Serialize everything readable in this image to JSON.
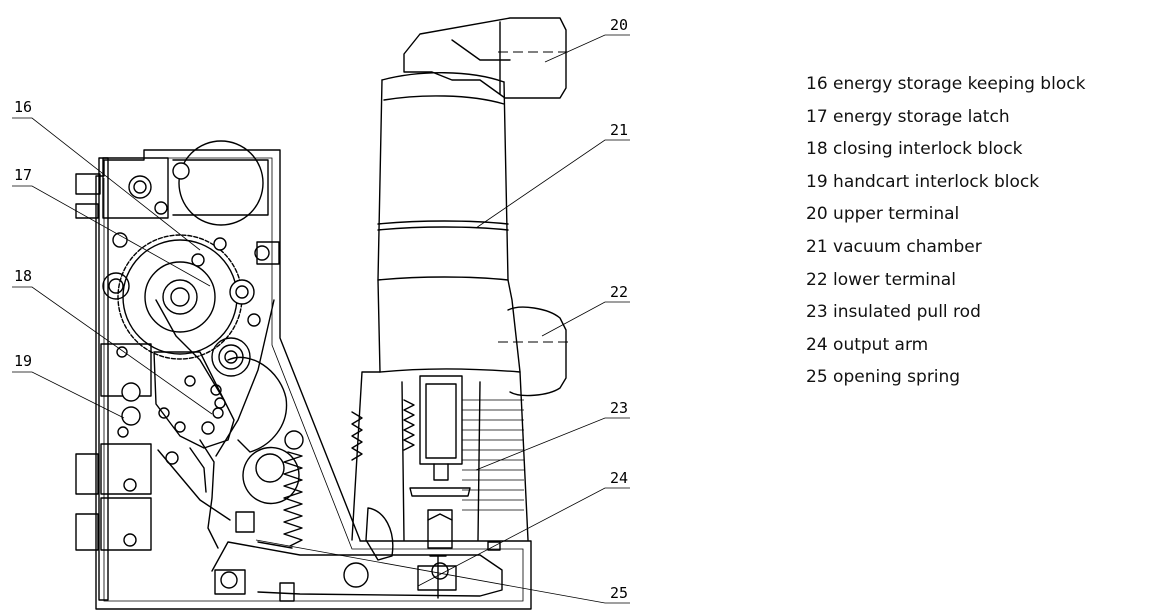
{
  "callouts": [
    "16",
    "17",
    "18",
    "19",
    "20",
    "21",
    "22",
    "23",
    "24",
    "25"
  ],
  "legend": [
    {
      "num": "16",
      "text": "energy storage keeping block"
    },
    {
      "num": "17",
      "text": "energy storage latch"
    },
    {
      "num": "18",
      "text": "closing interlock block"
    },
    {
      "num": "19",
      "text": "handcart interlock block"
    },
    {
      "num": "20",
      "text": "upper terminal"
    },
    {
      "num": "21",
      "text": "vacuum chamber"
    },
    {
      "num": "22",
      "text": "lower terminal"
    },
    {
      "num": "23",
      "text": "insulated pull rod"
    },
    {
      "num": "24",
      "text": "output arm"
    },
    {
      "num": "25",
      "text": "opening spring"
    }
  ]
}
